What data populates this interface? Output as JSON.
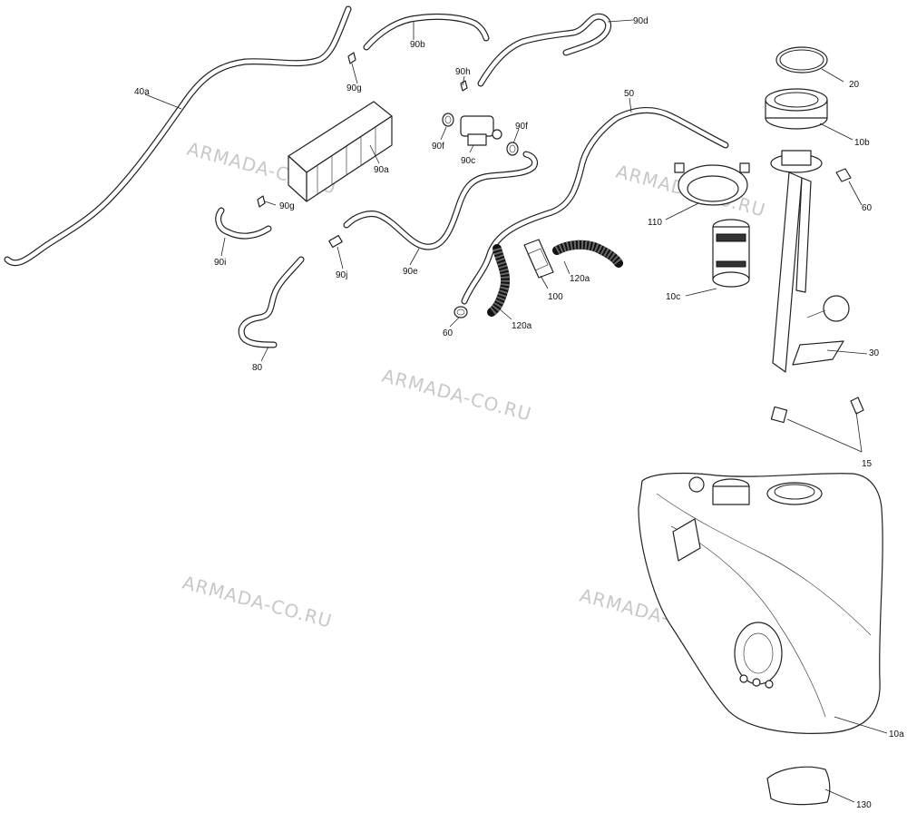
{
  "watermark": "ARMADA-CO.RU",
  "labels": {
    "p40a": "40a",
    "p90g_top": "90g",
    "p90b": "90b",
    "p90h": "90h",
    "p90d": "90d",
    "p90a": "90a",
    "p90f_left": "90f",
    "p90f_right": "90f",
    "p90c": "90c",
    "p90g_mid": "90g",
    "p90i": "90i",
    "p90j": "90j",
    "p90e": "90e",
    "p80": "80",
    "p50": "50",
    "p60_left": "60",
    "p120a_low": "120a",
    "p120a_high": "120a",
    "p100": "100",
    "p110": "110",
    "p10c": "10c",
    "p20": "20",
    "p10b": "10b",
    "p60_right": "60",
    "p30": "30",
    "p15": "15",
    "p10a": "10a",
    "p130": "130"
  }
}
